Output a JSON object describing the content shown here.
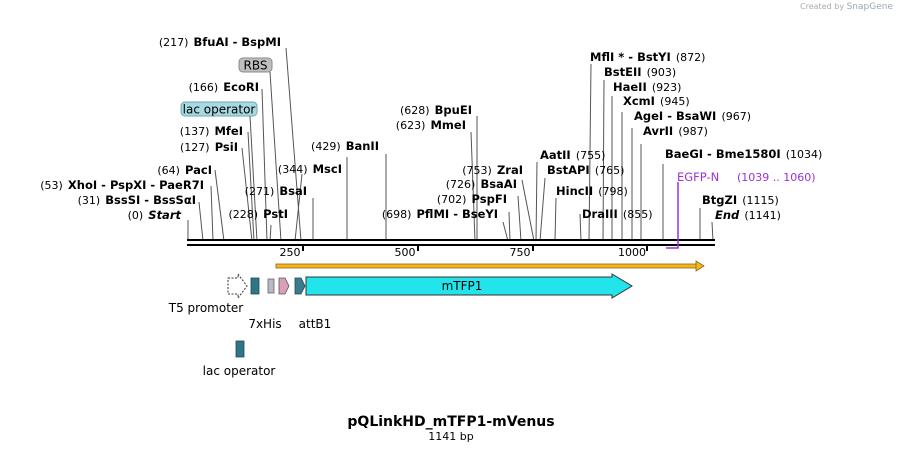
{
  "credit": {
    "prefix": "Created by",
    "brand": "SnapGene"
  },
  "plasmid": {
    "name": "pQLinkHD_mTFP1-mVenus",
    "length_label": "1141 bp"
  },
  "colors": {
    "mtfp1": "#22e5ec",
    "orf": "#f5b51e",
    "egfp_primer": "#9b30d9",
    "t5": "#ffffff",
    "sevenxhis": "#3a7a8f",
    "lac": "#2f7487",
    "rbs_box": "#bfbfbf",
    "lac_box": "#a8d8e0",
    "attb1": "#3c7a8c"
  },
  "ruler": {
    "ticks": [
      "250",
      "500",
      "750",
      "1000"
    ]
  },
  "sites": [
    {
      "pos": "(217)",
      "name": "BfuAI",
      "sep": " - ",
      "name2": "BspMI"
    },
    {
      "pos": "(166)",
      "name": "EcoRI"
    },
    {
      "pos": "(137)",
      "name": "MfeI"
    },
    {
      "pos": "(127)",
      "name": "PsiI"
    },
    {
      "pos": "(64)",
      "name": "PacI"
    },
    {
      "pos": "(53)",
      "name": "XhoI",
      "sep": " - ",
      "name2": "PspXI",
      "sep2": " - ",
      "name3": "PaeR7I"
    },
    {
      "pos": "(31)",
      "name": "BssSI",
      "sep": " - ",
      "name2": "BssSαI"
    },
    {
      "pos": "(0)",
      "name": "Start"
    },
    {
      "pos": "(344)",
      "name": "MscI"
    },
    {
      "pos": "(271)",
      "name": "BsaI"
    },
    {
      "pos": "(228)",
      "name": "PstI"
    },
    {
      "pos": "(429)",
      "name": "BanII"
    },
    {
      "pos": "(628)",
      "name": "BpuEI"
    },
    {
      "pos": "(623)",
      "name": "MmeI"
    },
    {
      "pos": "(753)",
      "name": "ZraI"
    },
    {
      "pos": "(726)",
      "name": "BsaAI"
    },
    {
      "pos": "(702)",
      "name": "PspFI"
    },
    {
      "pos": "(698)",
      "name": "PflMI",
      "sep": " - ",
      "name2": "BseYI"
    },
    {
      "name": "AatII",
      "pos": "(755)"
    },
    {
      "name": "BstAPI",
      "pos": "(765)"
    },
    {
      "name": "HincII",
      "pos": "(798)"
    },
    {
      "name": "DraIII",
      "pos": "(855)"
    },
    {
      "name": "MflI",
      "mark": " * ",
      "sep": "- ",
      "name2": "BstYI",
      "pos": "(872)"
    },
    {
      "name": "BstEII",
      "pos": "(903)"
    },
    {
      "name": "HaeII",
      "pos": "(923)"
    },
    {
      "name": "XcmI",
      "pos": "(945)"
    },
    {
      "name": "AgeI",
      "sep": " - ",
      "name2": "BsaWI",
      "pos": "(967)"
    },
    {
      "name": "AvrII",
      "pos": "(987)"
    },
    {
      "name": "BaeGI",
      "sep": " - ",
      "name2": "Bme1580I",
      "pos": "(1034)"
    },
    {
      "name": "BtgZI",
      "pos": "(1115)"
    },
    {
      "name": "End",
      "pos": "(1141)"
    }
  ],
  "features": {
    "rbs": "RBS",
    "lac_operator_box": "lac operator",
    "mtfp1": "mTFP1",
    "t5_promoter": "T5 promoter",
    "sevenxhis": "7xHis",
    "attb1": "attB1",
    "lac_operator": "lac operator"
  },
  "primer": {
    "name": "EGFP-N",
    "range": "(1039 .. 1060)"
  }
}
